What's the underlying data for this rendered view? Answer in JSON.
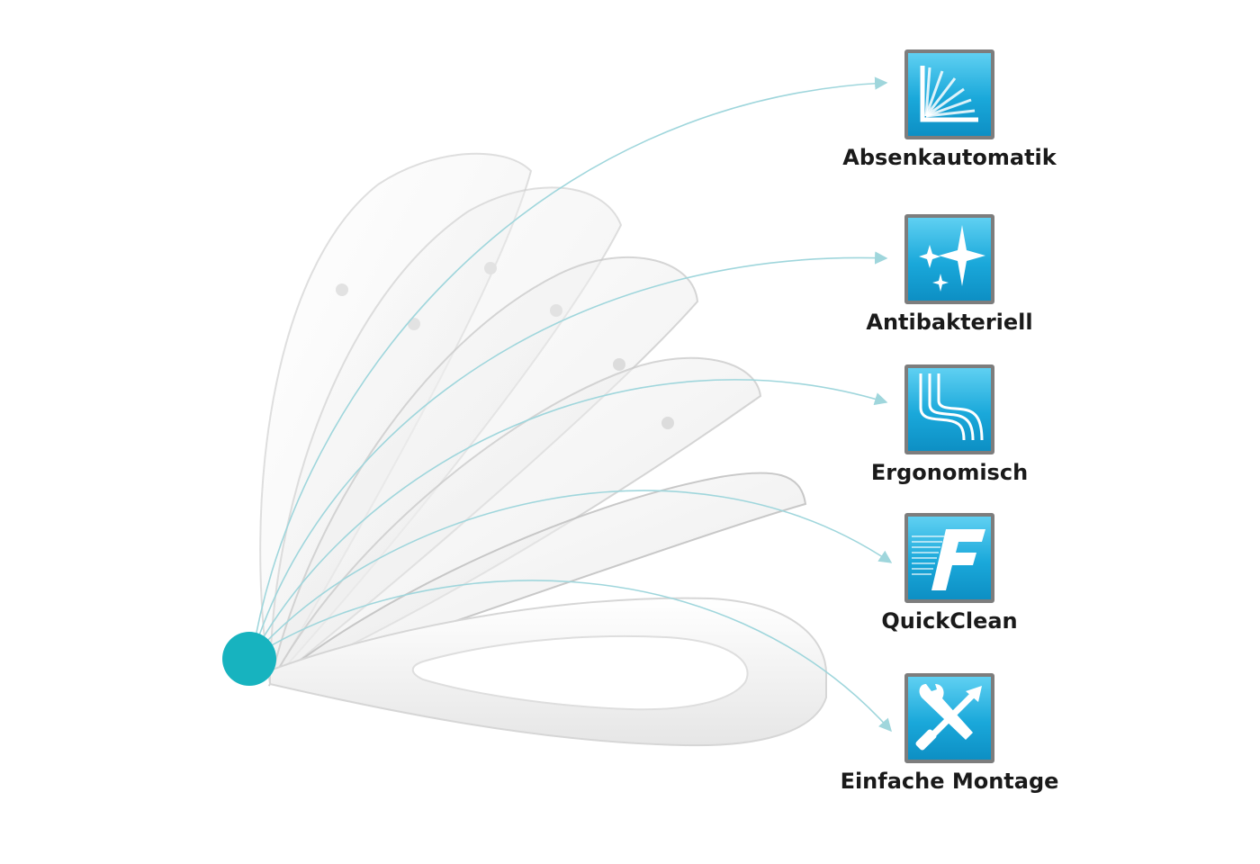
{
  "features": [
    {
      "label": "Absenkautomatik",
      "icon": "soft-close-icon"
    },
    {
      "label": "Antibakteriell",
      "icon": "sparkle-icon"
    },
    {
      "label": "Ergonomisch",
      "icon": "ergonomic-curve-icon"
    },
    {
      "label": "QuickClean",
      "icon": "quickclean-f-icon"
    },
    {
      "label": "Einfache Montage",
      "icon": "tools-icon"
    }
  ],
  "colors": {
    "accent": "#17b3bf",
    "icon_blue": "#1aa8da",
    "icon_border": "#7d7d7d",
    "arrow": "#9fd6dc",
    "label": "#1a1a1a"
  }
}
